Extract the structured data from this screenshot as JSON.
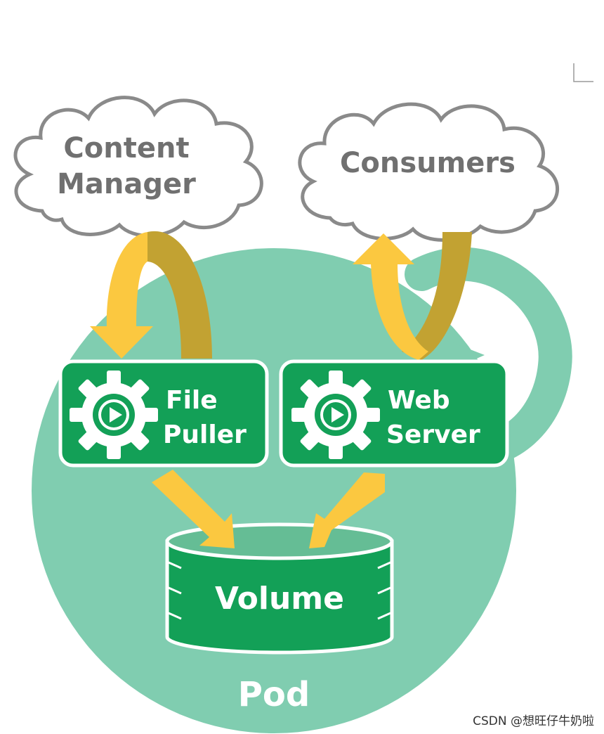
{
  "labels": {
    "content_manager": [
      "Content",
      "Manager"
    ],
    "consumers": "Consumers",
    "file_puller": [
      "File",
      "Puller"
    ],
    "web_server": [
      "Web",
      "Server"
    ],
    "volume": "Volume",
    "pod": "Pod",
    "watermark": "CSDN @想旺仔牛奶啦"
  },
  "colors": {
    "pod_fill": "#80cdb0",
    "container_fill": "#13a057",
    "arrow_light": "#fbc840",
    "arrow_dark": "#c2a232",
    "cloud_stroke": "#8a8a8a",
    "cloud_text": "#707070",
    "white": "#ffffff"
  },
  "icons": {
    "file_puller": "gear-play-icon",
    "web_server": "gear-play-icon",
    "volume": "cylinder-icon"
  }
}
